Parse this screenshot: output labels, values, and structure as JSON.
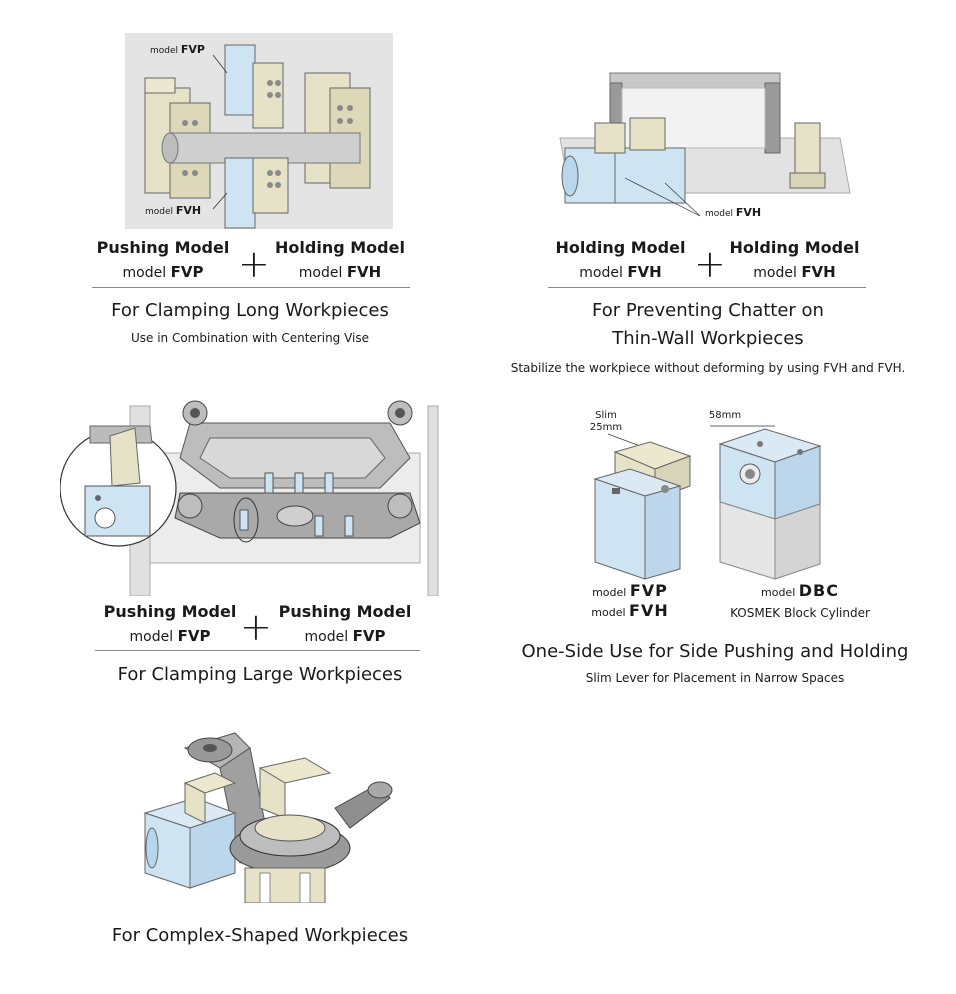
{
  "section1": {
    "callout_top_prefix": "model",
    "callout_top_code": "FVP",
    "callout_bottom_prefix": "model",
    "callout_bottom_code": "FVH",
    "left_head": "Pushing Model",
    "left_sub_prefix": "model",
    "left_sub_code": "FVP",
    "plus": "+",
    "right_head": "Holding Model",
    "right_sub_prefix": "model",
    "right_sub_code": "FVH",
    "title": "For Clamping Long Workpieces",
    "description": "Use in Combination with Centering Vise"
  },
  "section2": {
    "callout_prefix": "model",
    "callout_code": "FVH",
    "left_head": "Holding Model",
    "left_sub_prefix": "model",
    "left_sub_code": "FVH",
    "plus": "+",
    "right_head": "Holding Model",
    "right_sub_prefix": "model",
    "right_sub_code": "FVH",
    "title_line1": "For Preventing Chatter on",
    "title_line2": "Thin-Wall Workpieces",
    "description": "Stabilize the workpiece without deforming by using FVH and FVH."
  },
  "section3": {
    "left_head": "Pushing Model",
    "left_sub_prefix": "model",
    "left_sub_code": "FVP",
    "plus": "+",
    "right_head": "Pushing Model",
    "right_sub_prefix": "model",
    "right_sub_code": "FVP",
    "title": "For Clamping Large Workpieces"
  },
  "section4": {
    "dim_left_line1": "Slim",
    "dim_left_line2": "25mm",
    "dim_right": "58mm",
    "left_model1_prefix": "model",
    "left_model1_code": "FVP",
    "left_model2_prefix": "model",
    "left_model2_code": "FVH",
    "right_model_prefix": "model",
    "right_model_code": "DBC",
    "right_model_desc": "KOSMEK Block Cylinder",
    "title": "One-Side Use for Side Pushing and Holding",
    "description": "Slim Lever for Placement in Narrow Spaces"
  },
  "section5": {
    "title": "For Complex-Shaped Workpieces"
  },
  "colors": {
    "tan": "#e6e2c8",
    "tan_dark": "#c9c3a0",
    "blue": "#cfe4f3",
    "blue_dark": "#a9cbe2",
    "gray": "#d8d8d8",
    "gray_dark": "#8f8f8f"
  }
}
